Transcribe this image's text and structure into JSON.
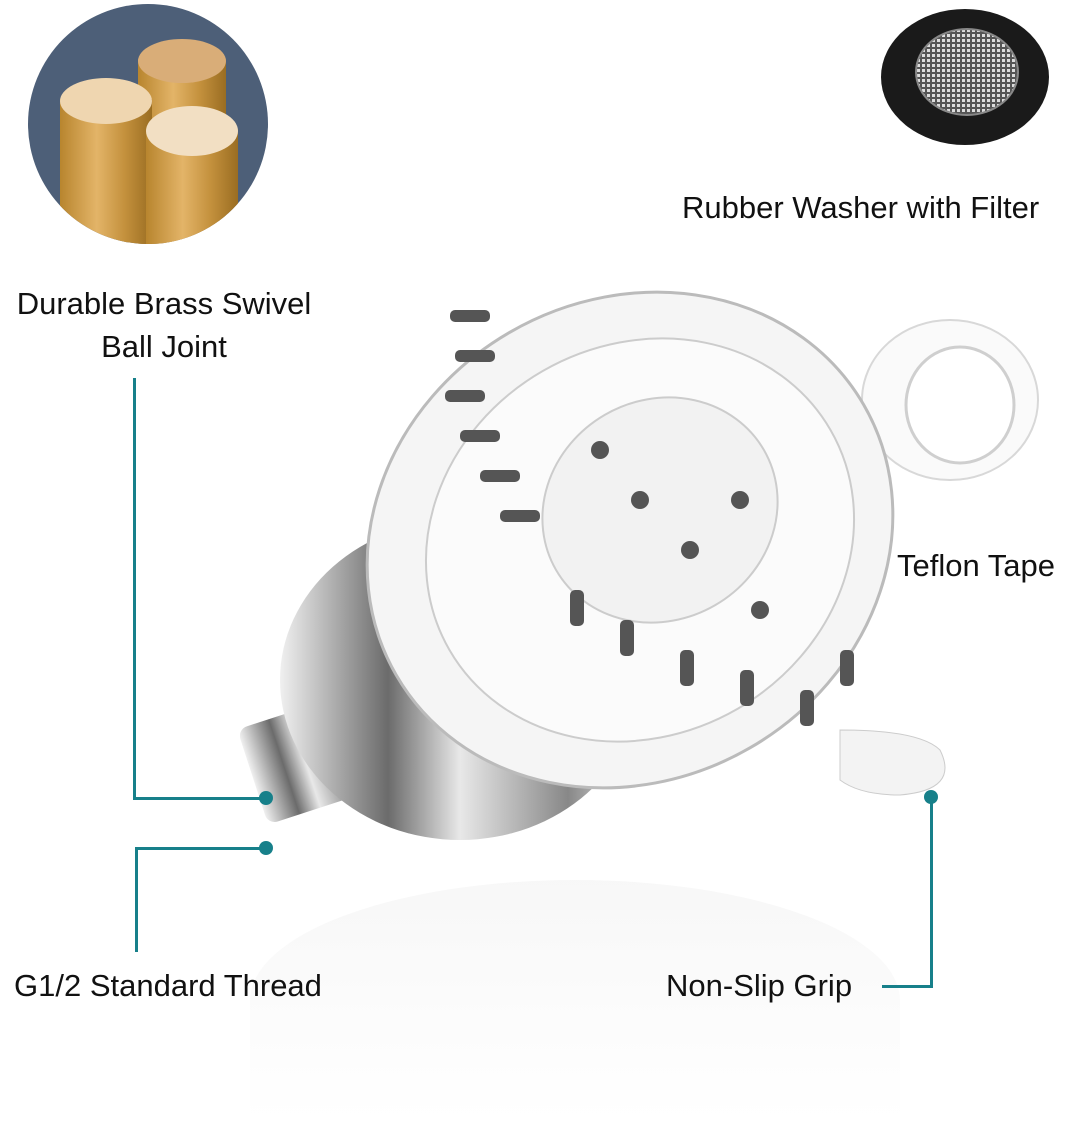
{
  "labels": {
    "brass": "Durable Brass Swivel",
    "brass_line2": "Ball Joint",
    "washer": "Rubber Washer with Filter",
    "teflon": "Teflon Tape",
    "thread": "G1/2 Standard Thread",
    "grip": "Non-Slip Grip"
  },
  "colors": {
    "accent": "#17808a",
    "brass_bg": "#4d5f78",
    "text": "#111111"
  }
}
